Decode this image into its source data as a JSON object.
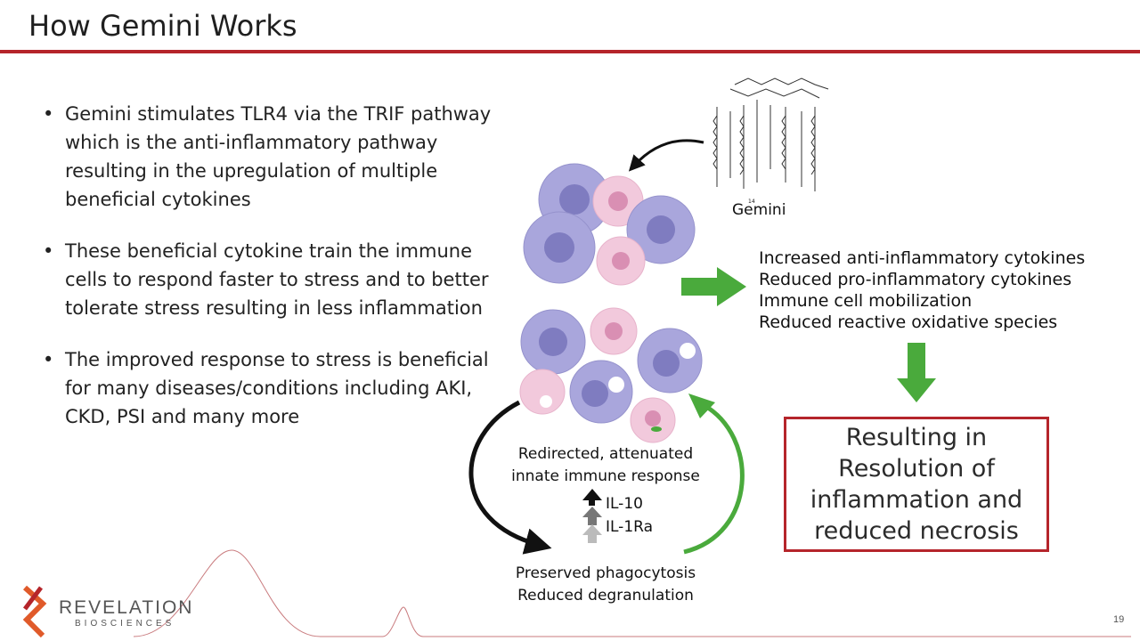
{
  "slide": {
    "title": "How Gemini Works",
    "page_number": "19"
  },
  "bullets": [
    "Gemini stimulates TLR4 via the TRIF pathway which is the anti-inflammatory pathway resulting in the upregulation of multiple beneficial cytokines",
    "These beneficial cytokine train the immune cells to respond faster to stress and to better tolerate stress resulting in less inflammation",
    "The improved response to stress is beneficial for many diseases/conditions including AKI, CKD, PSI and many more"
  ],
  "diagram": {
    "molecule_label": "Gemini",
    "effects": [
      "Increased anti-inflammatory cytokines",
      "Reduced pro-inflammatory cytokines",
      "Immune cell mobilization",
      "Reduced reactive oxidative species"
    ],
    "result": "Resulting in\nResolution of\ninflammation and\nreduced necrosis",
    "cycle_top_line1": "Redirected, attenuated",
    "cycle_top_line2": "innate immune response",
    "cytokine_1": "IL-10",
    "cytokine_2": "IL-1Ra",
    "cycle_bottom_line1": "Preserved phagocytosis",
    "cycle_bottom_line2": "Reduced degranulation",
    "molecule_chain_label": "14",
    "colors": {
      "accent_red": "#b5252b",
      "arrow_green": "#4aaa3c",
      "cell_purple": "#a9a6dc",
      "cell_nucleus": "#7f7cc0",
      "cell_pink": "#f2c9dc"
    }
  },
  "logo": {
    "name": "REVELATION",
    "sub": "BIOSCIENCES"
  }
}
